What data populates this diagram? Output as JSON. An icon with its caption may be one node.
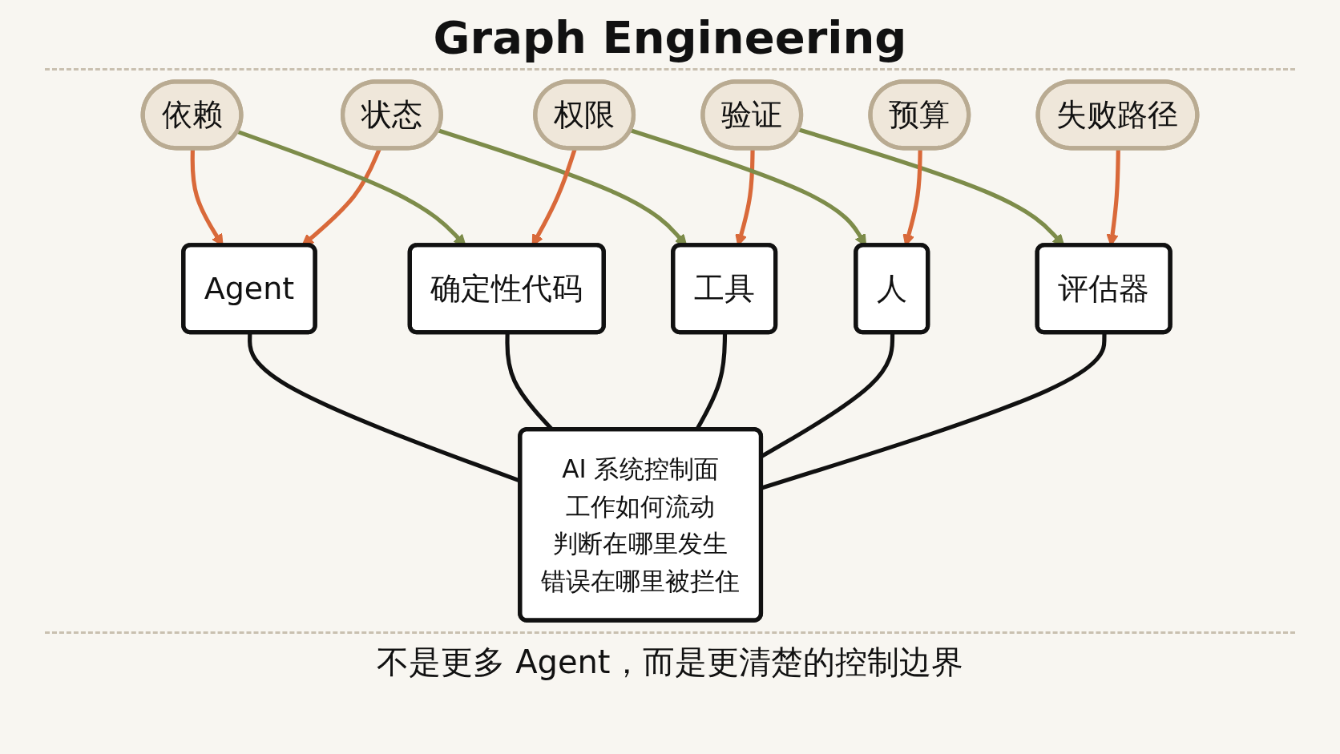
{
  "diagram": {
    "title": "Graph Engineering",
    "caption": "不是更多 Agent，而是更清楚的控制边界",
    "nodes": [
      {
        "text": [
          "依赖"
        ]
      },
      {
        "text": [
          "Agent"
        ]
      },
      {
        "text": [
          "状态"
        ]
      },
      {
        "text": [
          "确定性代码"
        ]
      },
      {
        "text": [
          "AI 系统控制面",
          "工作如何流动",
          "判断在哪里发生",
          "错误在哪里被拦住"
        ]
      },
      {
        "text": [
          "工具"
        ]
      },
      {
        "text": [
          "权限"
        ]
      },
      {
        "text": [
          "验证"
        ]
      },
      {
        "text": [
          "人"
        ]
      },
      {
        "text": [
          "评估器"
        ]
      },
      {
        "text": [
          "预算"
        ]
      },
      {
        "text": [
          "失败路径"
        ]
      }
    ],
    "edges": [
      {
        "from": 0,
        "to": 1,
        "arrow": "to",
        "color": "#d9693a"
      },
      {
        "from": 2,
        "to": 1,
        "arrow": "to",
        "color": "#d9693a"
      },
      {
        "from": 0,
        "to": 3,
        "arrow": "to",
        "color": "#7d8c4a"
      },
      {
        "from": 2,
        "to": 5,
        "arrow": "to",
        "color": "#7d8c4a"
      },
      {
        "from": 1,
        "to": 4,
        "arrow": "none",
        "color": "#111111"
      },
      {
        "from": 3,
        "to": 4,
        "arrow": "none",
        "color": "#111111"
      },
      {
        "from": 5,
        "to": 4,
        "arrow": "none",
        "color": "#111111"
      },
      {
        "from": 6,
        "to": 3,
        "arrow": "to",
        "color": "#d9693a"
      },
      {
        "from": 7,
        "to": 5,
        "arrow": "to",
        "color": "#d9693a"
      },
      {
        "from": 6,
        "to": 8,
        "arrow": "to",
        "color": "#7d8c4a"
      },
      {
        "from": 7,
        "to": 9,
        "arrow": "to",
        "color": "#7d8c4a"
      },
      {
        "from": 8,
        "to": 4,
        "arrow": "none",
        "color": "#111111"
      },
      {
        "from": 9,
        "to": 4,
        "arrow": "none",
        "color": "#111111"
      },
      {
        "from": 10,
        "to": 8,
        "arrow": "to",
        "color": "#d9693a"
      },
      {
        "from": 11,
        "to": 9,
        "arrow": "to",
        "color": "#d9693a"
      }
    ]
  }
}
